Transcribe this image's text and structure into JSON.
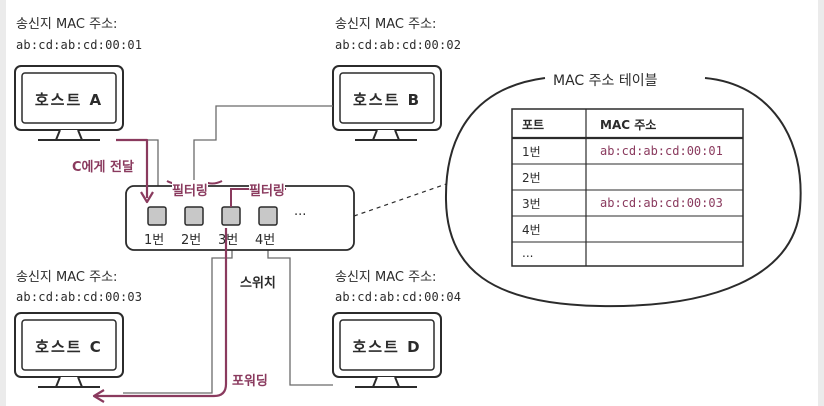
{
  "hosts": [
    {
      "id": "a",
      "caption": "송신지 MAC 주소:",
      "mac": "ab:cd:ab:cd:00:01",
      "name": "호스트 A"
    },
    {
      "id": "b",
      "caption": "송신지 MAC 주소:",
      "mac": "ab:cd:ab:cd:00:02",
      "name": "호스트 B"
    },
    {
      "id": "c",
      "caption": "송신지 MAC 주소:",
      "mac": "ab:cd:ab:cd:00:03",
      "name": "호스트 C"
    },
    {
      "id": "d",
      "caption": "송신지 MAC 주소:",
      "mac": "ab:cd:ab:cd:00:04",
      "name": "호스트 D"
    }
  ],
  "switch": {
    "ports": [
      "1번",
      "2번",
      "3번",
      "4번"
    ],
    "more": "...",
    "label": "스위치"
  },
  "annotations": {
    "to_c": "C에게 전달",
    "filter_1": "필터링",
    "filter_2": "필터링",
    "forward": "포워딩"
  },
  "mac_table": {
    "title": "MAC 주소 테이블",
    "headers": [
      "포트",
      "MAC 주소"
    ],
    "rows": [
      {
        "port": "1번",
        "mac": "ab:cd:ab:cd:00:01"
      },
      {
        "port": "2번",
        "mac": ""
      },
      {
        "port": "3번",
        "mac": "ab:cd:ab:cd:00:03"
      },
      {
        "port": "4번",
        "mac": ""
      },
      {
        "port": "...",
        "mac": ""
      }
    ]
  },
  "colors": {
    "accent": "#8a3a5e",
    "ink": "#2b2b2b",
    "background": "#ebebeb",
    "panel": "#ffffff"
  }
}
